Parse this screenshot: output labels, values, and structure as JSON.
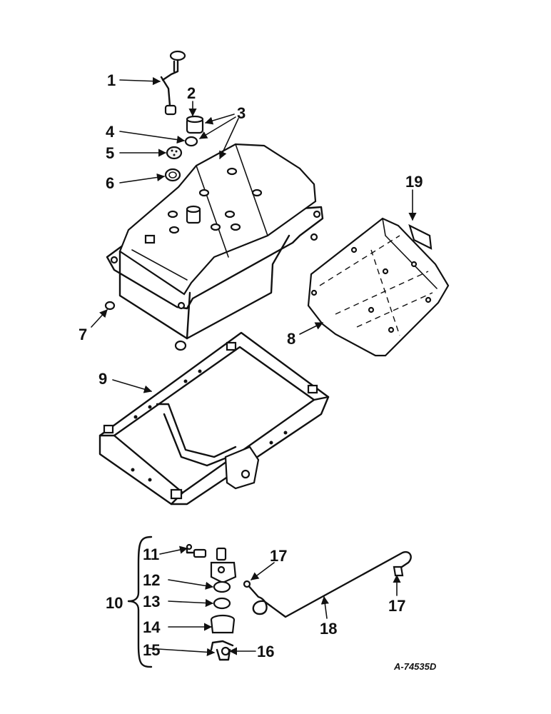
{
  "labels": {
    "p1": "1",
    "p2": "2",
    "p3": "3",
    "p4": "4",
    "p5": "5",
    "p6": "6",
    "p7": "7",
    "p8": "8",
    "p9": "9",
    "p10": "10",
    "p11": "11",
    "p12": "12",
    "p13": "13",
    "p14": "14",
    "p15": "15",
    "p16": "16",
    "p17a": "17",
    "p17b": "17",
    "p18": "18",
    "p19": "19"
  },
  "reference_code": "A-74535D"
}
